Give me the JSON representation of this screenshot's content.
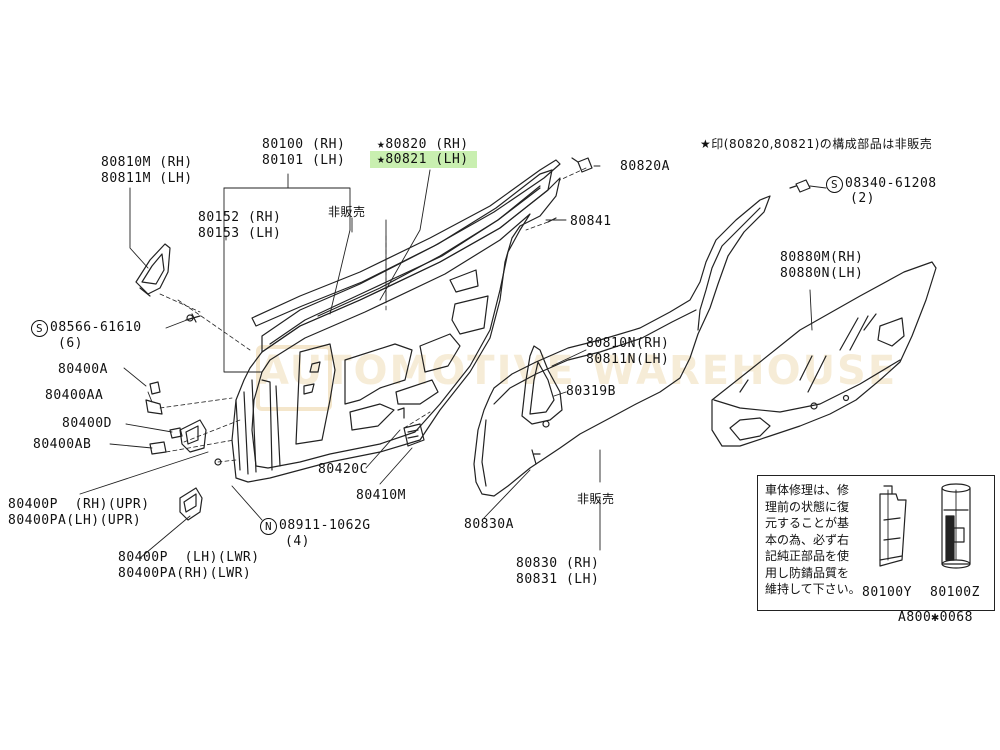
{
  "labels": {
    "l80810m": "80810M (RH)",
    "l80811m": "80811M (LH)",
    "l80100": "80100 (RH)",
    "l80101": "80101 (LH)",
    "l80820": "★80820 (RH)",
    "l80821": "★80821 (LH)",
    "l80820a": "80820A",
    "l80152": "80152 (RH)",
    "l80153": "80153 (LH)",
    "nonsale1": "非販売",
    "l80841": "80841",
    "s08566": "08566-61610",
    "s08566q": "(6)",
    "l80400a": "80400A",
    "l80400aa": "80400AA",
    "l80400d": "80400D",
    "l80400ab": "80400AB",
    "l80400p_upr": "80400P  (RH)(UPR)",
    "l80400pa_upr": "80400PA(LH)(UPR)",
    "l80400p_lwr": "80400P  (LH)(LWR)",
    "l80400pa_lwr": "80400PA(RH)(LWR)",
    "n08911": "08911-1062G",
    "n08911q": "(4)",
    "l80420c": "80420C",
    "l80410m": "80410M",
    "l80810n": "80810N(RH)",
    "l80811n": "80811N(LH)",
    "l80319b": "80319B",
    "l80830a": "80830A",
    "nonsale2": "非販売",
    "l80830": "80830 (RH)",
    "l80831": "80831 (LH)",
    "s08340": "08340-61208",
    "s08340q": "(2)",
    "l80880m": "80880M(RH)",
    "l80880n": "80880N(LH)",
    "l80100y": "80100Y",
    "l80100z": "80100Z",
    "code": "A800✱0068",
    "header_note": "★印(80820,80821)の構成部品は非販売",
    "repair_note": "車体修理は、修\n理前の状態に復\n元することが基\n本の為、必ず右\n記純正部品を使\n用し防錆品質を\n維持して下さい。",
    "symbol_s": "S",
    "symbol_n": "N"
  },
  "watermark": "AUTOMOTIVE WAREHOUSE",
  "colors": {
    "line": "#222222",
    "highlight": "#c9efb0",
    "watermark": "#e6c88c"
  }
}
